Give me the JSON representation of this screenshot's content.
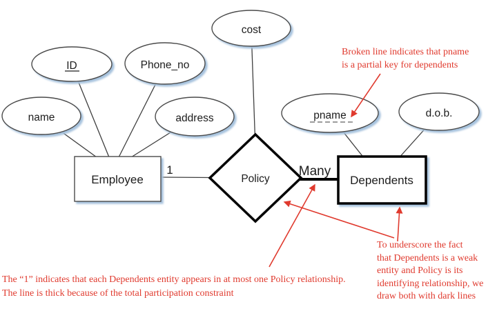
{
  "diagram": {
    "type": "entity-relationship",
    "attributes": {
      "name": {
        "label": "name"
      },
      "id": {
        "label": "ID",
        "key_style": "solid-underline"
      },
      "phone": {
        "label": "Phone_no"
      },
      "address": {
        "label": "address"
      },
      "cost": {
        "label": "cost"
      },
      "pname": {
        "label": "pname",
        "key_style": "broken-underline"
      },
      "dob": {
        "label": "d.o.b."
      }
    },
    "entities": {
      "employee": {
        "label": "Employee",
        "border": "thin"
      },
      "dependents": {
        "label": "Dependents",
        "border": "thick-weak-entity"
      }
    },
    "relationship": {
      "label": "Policy",
      "border": "thick-identifying"
    },
    "cardinalities": {
      "one": "1",
      "many": "Many"
    }
  },
  "annotations": {
    "pname_note": "Broken line indicates that pname\nis a partial key for dependents",
    "one_note": "The “1” indicates that each Dependents entity appears in at most one Policy relationship.\nThe line is thick because of the total participation constraint",
    "weak_note": "To underscore the fact\nthat Dependents is a weak\nentity and Policy is its\nidentifying relationship, we\ndraw both with dark lines"
  },
  "colors": {
    "annotation_red": "#e03a2e",
    "shape_stroke": "#4a4a4a",
    "thick_stroke": "#050505",
    "shadow_blue": "#a6c2dd",
    "background": "#ffffff"
  }
}
